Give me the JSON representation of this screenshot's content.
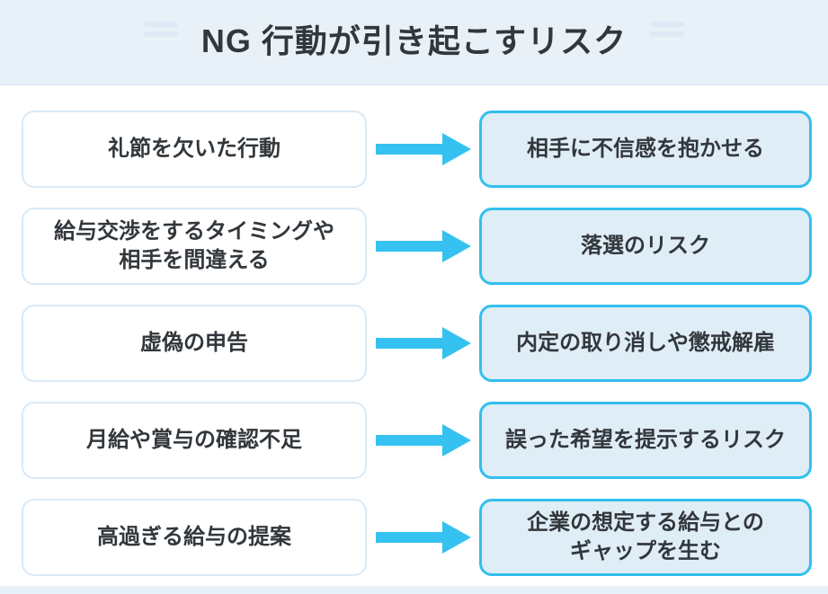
{
  "title": "NG 行動が引き起こすリスク",
  "rows": [
    {
      "cause": "礼節を欠いた行動",
      "risk": "相手に不信感を抱かせる"
    },
    {
      "cause": "給与交渉をするタイミングや\n相手を間違える",
      "risk": "落選のリスク"
    },
    {
      "cause": "虚偽の申告",
      "risk": "内定の取り消しや懲戒解雇"
    },
    {
      "cause": "月給や賞与の確認不足",
      "risk": "誤った希望を提示するリスク"
    },
    {
      "cause": "高過ぎる給与の提案",
      "risk": "企業の想定する給与との\nギャップを生む"
    }
  ],
  "colors": {
    "accent_cyan": "#35c2f0",
    "risk_box_fill": "#dfedf6",
    "risk_box_border": "#32bfee",
    "cause_box_border": "#d9e9f5",
    "header_bg": "#e9f1f8",
    "header_border": "#dfe9f2",
    "decor_bar": "#dde9f4",
    "text": "#32373c"
  }
}
